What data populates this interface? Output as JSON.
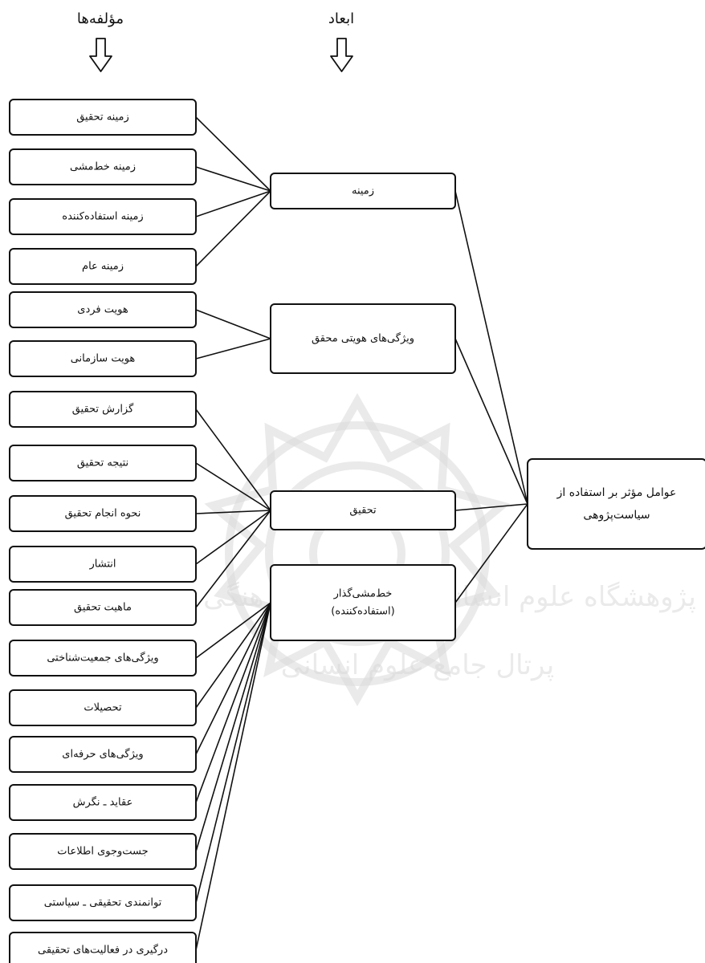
{
  "headers": {
    "components": "مؤلفه‌ها",
    "dimensions": "ابعاد"
  },
  "root": {
    "line1": "عوامل مؤثر بر استفاده از",
    "line2": "سیاست‌پژوهی"
  },
  "dimensions": [
    {
      "lines": [
        "زمینه"
      ]
    },
    {
      "lines": [
        "ویژگی‌های هویتی محقق"
      ]
    },
    {
      "lines": [
        "تحقیق"
      ]
    },
    {
      "lines": [
        "خط‌مشی‌گذار",
        "(استفاده‌کننده)"
      ]
    }
  ],
  "components": [
    {
      "label": "زمینه تحقیق",
      "dimension": 0
    },
    {
      "label": "زمینه خط‌مشی",
      "dimension": 0
    },
    {
      "label": "زمینه استفاده‌کننده",
      "dimension": 0
    },
    {
      "label": "زمینه عام",
      "dimension": 0
    },
    {
      "label": "هویت فردی",
      "dimension": 1
    },
    {
      "label": "هویت سازمانی",
      "dimension": 1
    },
    {
      "label": "گزارش تحقیق",
      "dimension": 2
    },
    {
      "label": "نتیجه تحقیق",
      "dimension": 2
    },
    {
      "label": "نحوه انجام تحقیق",
      "dimension": 2
    },
    {
      "label": "انتشار",
      "dimension": 2
    },
    {
      "label": "ماهیت تحقیق",
      "dimension": 2
    },
    {
      "label": "ویژگی‌های جمعیت‌شناختی",
      "dimension": 3
    },
    {
      "label": "تحصیلات",
      "dimension": 3
    },
    {
      "label": "ویژگی‌های حرفه‌ای",
      "dimension": 3
    },
    {
      "label": "عقاید ـ نگرش",
      "dimension": 3
    },
    {
      "label": "جست‌وجوی اطلاعات",
      "dimension": 3
    },
    {
      "label": "توانمندی تحقیقی ـ سیاستی",
      "dimension": 3
    },
    {
      "label": "درگیری در فعالیت‌های تحقیقی",
      "dimension": 3
    }
  ],
  "watermark": {
    "line1": "پژوهشگاه علوم انسانی و مطالعات فرهنگی",
    "line2": "پرتال جامع علوم انسانی"
  }
}
